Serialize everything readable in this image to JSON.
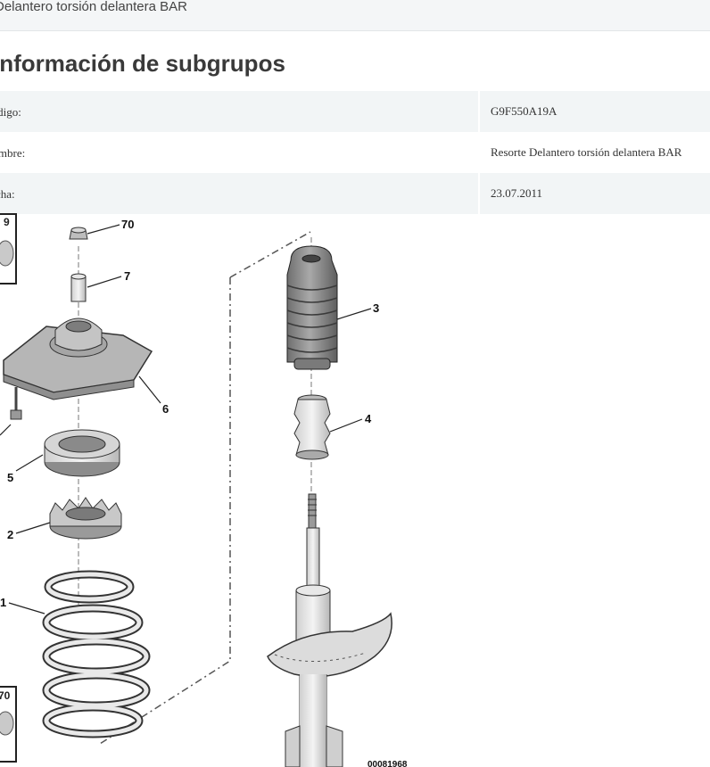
{
  "breadcrumb": "Delantero torsión delantera BAR",
  "title": "Información de subgrupos",
  "info_rows": [
    {
      "label": "Código:",
      "value": "G9F550A19A"
    },
    {
      "label": "Nombre:",
      "value": "Resorte Delantero torsión delantera BAR"
    },
    {
      "label": "Fecha:",
      "value": "23.07.2011"
    }
  ],
  "diagram": {
    "part_numbers": [
      "70",
      "7",
      "3",
      "6",
      "4",
      "5",
      "2",
      "1"
    ],
    "inset_labels": [
      "9",
      "70"
    ],
    "reference": "00081968"
  }
}
